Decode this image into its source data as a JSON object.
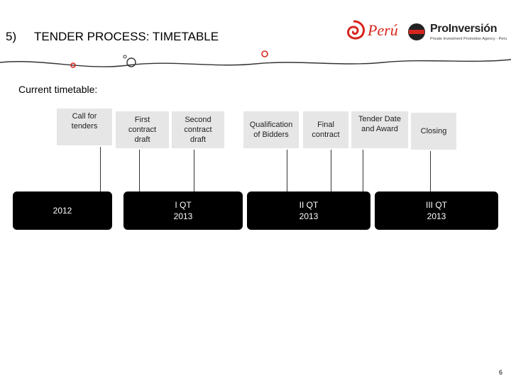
{
  "header": {
    "section_number": "5)",
    "title": "TENDER PROCESS: TIMETABLE",
    "peru_logo_text": "Perú",
    "proinversion_name": "ProInversión",
    "proinversion_tagline": "Private Investment Promotion Agency - Peru"
  },
  "subtitle": "Current timetable:",
  "steps": [
    {
      "label": "Call for tenders"
    },
    {
      "label": "First contract draft"
    },
    {
      "label": "Second contract draft"
    },
    {
      "label": "Qualification of Bidders"
    },
    {
      "label": "Final contract"
    },
    {
      "label": "Tender Date and Award"
    },
    {
      "label": "Closing"
    }
  ],
  "periods": [
    {
      "label": "2012"
    },
    {
      "label": "I QT\n2013"
    },
    {
      "label": "II QT\n2013"
    },
    {
      "label": "III QT\n2013"
    }
  ],
  "page_number": "6",
  "colors": {
    "brand_red": "#d7261e",
    "period_fill": "#000000",
    "step_fill": "#e6e6e6"
  }
}
